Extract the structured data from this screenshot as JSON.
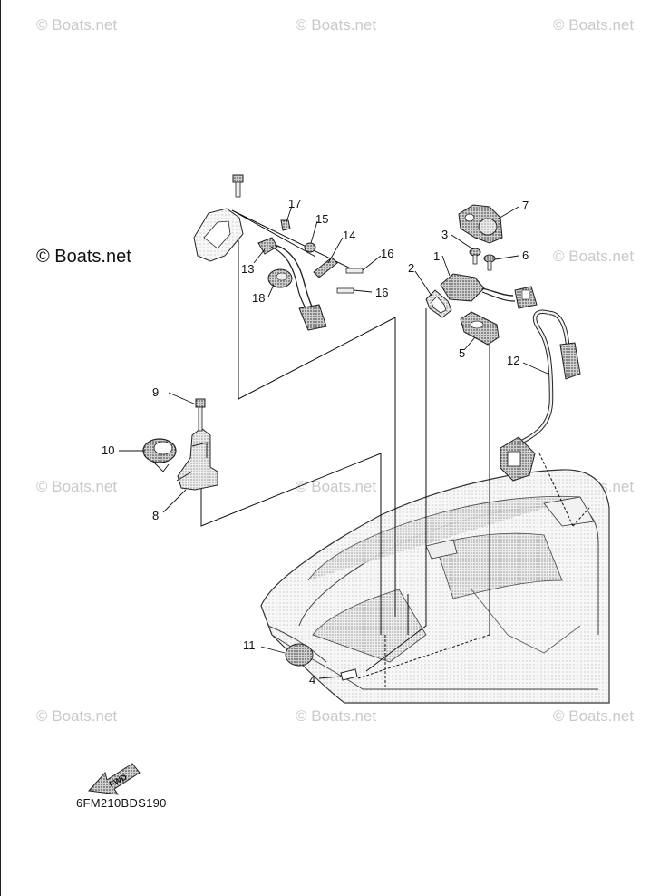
{
  "watermarks": {
    "main": "© Boats.net",
    "faint": "© Boats.net"
  },
  "diagram": {
    "code": "6FM210BDS190",
    "fwd_label": "FWD"
  },
  "callouts": [
    {
      "id": "1",
      "label": "1"
    },
    {
      "id": "2",
      "label": "2"
    },
    {
      "id": "3",
      "label": "3"
    },
    {
      "id": "4",
      "label": "4"
    },
    {
      "id": "5",
      "label": "5"
    },
    {
      "id": "6",
      "label": "6"
    },
    {
      "id": "7",
      "label": "7"
    },
    {
      "id": "8",
      "label": "8"
    },
    {
      "id": "9",
      "label": "9"
    },
    {
      "id": "10",
      "label": "10"
    },
    {
      "id": "11",
      "label": "11"
    },
    {
      "id": "12",
      "label": "12"
    },
    {
      "id": "13",
      "label": "13"
    },
    {
      "id": "14",
      "label": "14"
    },
    {
      "id": "15",
      "label": "15"
    },
    {
      "id": "16a",
      "label": "16"
    },
    {
      "id": "16b",
      "label": "16"
    },
    {
      "id": "17",
      "label": "17"
    },
    {
      "id": "18",
      "label": "18"
    }
  ]
}
